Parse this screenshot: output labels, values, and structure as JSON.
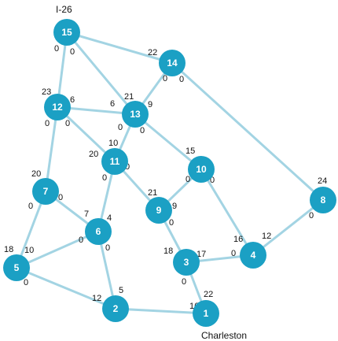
{
  "graph": {
    "annotations": {
      "source": "I-26",
      "sink": "Charleston"
    },
    "nodes": [
      {
        "id": "1",
        "label": "1"
      },
      {
        "id": "2",
        "label": "2"
      },
      {
        "id": "3",
        "label": "3"
      },
      {
        "id": "4",
        "label": "4"
      },
      {
        "id": "5",
        "label": "5"
      },
      {
        "id": "6",
        "label": "6"
      },
      {
        "id": "7",
        "label": "7"
      },
      {
        "id": "8",
        "label": "8"
      },
      {
        "id": "9",
        "label": "9"
      },
      {
        "id": "10",
        "label": "10"
      },
      {
        "id": "11",
        "label": "11"
      },
      {
        "id": "12",
        "label": "12"
      },
      {
        "id": "13",
        "label": "13"
      },
      {
        "id": "14",
        "label": "14"
      },
      {
        "id": "15",
        "label": "15"
      }
    ],
    "edges": [
      {
        "id": "15-12",
        "from": "15",
        "to": "12",
        "label_from": "0",
        "label_to": "23"
      },
      {
        "id": "15-14",
        "from": "15",
        "to": "14",
        "label_from": "",
        "label_to": "22"
      },
      {
        "id": "15-13",
        "from": "15",
        "to": "13",
        "label_from": "0",
        "label_to": "21"
      },
      {
        "id": "12-13",
        "from": "12",
        "to": "13",
        "label_from": "6",
        "label_to": "6"
      },
      {
        "id": "14-13",
        "from": "14",
        "to": "13",
        "label_from": "0",
        "label_to": "9"
      },
      {
        "id": "14-8",
        "from": "14",
        "to": "8",
        "label_from": "0",
        "label_to": "24"
      },
      {
        "id": "12-7",
        "from": "12",
        "to": "7",
        "label_from": "0",
        "label_to": "20"
      },
      {
        "id": "12-11",
        "from": "12",
        "to": "11",
        "label_from": "0",
        "label_to": "20"
      },
      {
        "id": "13-11",
        "from": "13",
        "to": "11",
        "label_from": "0",
        "label_to": "10"
      },
      {
        "id": "13-10",
        "from": "13",
        "to": "10",
        "label_from": "0",
        "label_to": "15"
      },
      {
        "id": "11-6",
        "from": "11",
        "to": "6",
        "label_from": "0",
        "label_to": "4"
      },
      {
        "id": "11-9",
        "from": "11",
        "to": "9",
        "label_from": "0",
        "label_to": "21"
      },
      {
        "id": "10-9",
        "from": "10",
        "to": "9",
        "label_from": "0",
        "label_to": "9"
      },
      {
        "id": "10-4",
        "from": "10",
        "to": "4",
        "label_from": "0",
        "label_to": "16"
      },
      {
        "id": "8-4",
        "from": "8",
        "to": "4",
        "label_from": "0",
        "label_to": "12"
      },
      {
        "id": "7-6",
        "from": "7",
        "to": "6",
        "label_from": "0",
        "label_to": "7"
      },
      {
        "id": "7-5",
        "from": "7",
        "to": "5",
        "label_from": "0",
        "label_to": "18"
      },
      {
        "id": "6-5",
        "from": "6",
        "to": "5",
        "label_from": "0",
        "label_to": "10"
      },
      {
        "id": "6-2",
        "from": "6",
        "to": "2",
        "label_from": "0",
        "label_to": "5"
      },
      {
        "id": "9-3",
        "from": "9",
        "to": "3",
        "label_from": "0",
        "label_to": "18"
      },
      {
        "id": "3-4",
        "from": "3",
        "to": "4",
        "label_from": "17",
        "label_to": "0"
      },
      {
        "id": "3-1",
        "from": "3",
        "to": "1",
        "label_from": "0",
        "label_to": "22"
      },
      {
        "id": "5-2",
        "from": "5",
        "to": "2",
        "label_from": "0",
        "label_to": "12"
      },
      {
        "id": "2-1",
        "from": "2",
        "to": "1",
        "label_from": "",
        "label_to": "16"
      }
    ]
  }
}
